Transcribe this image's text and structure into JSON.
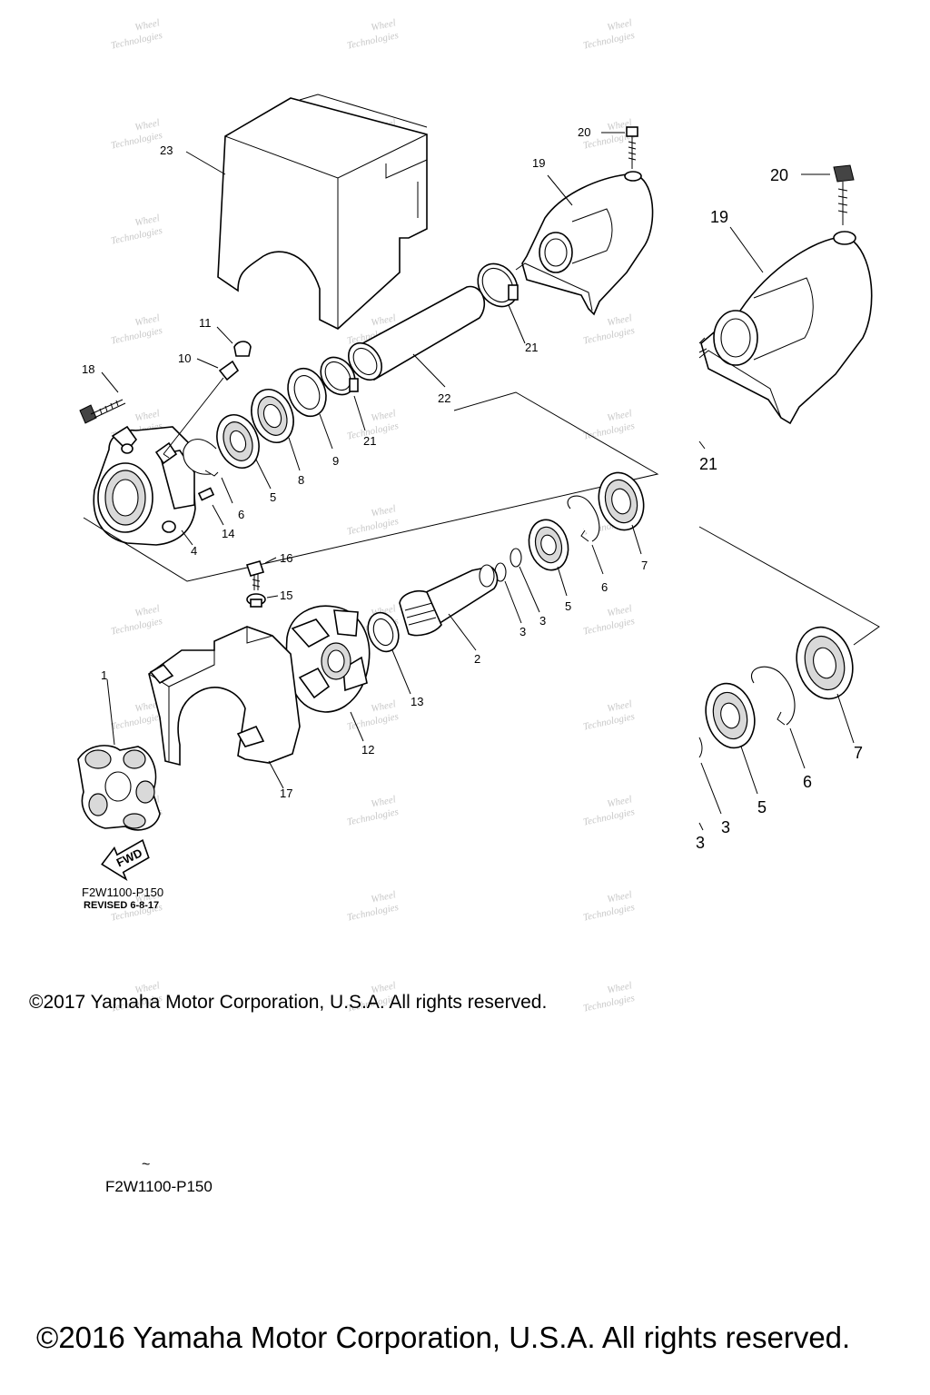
{
  "callouts": {
    "c1": "1",
    "c2": "2",
    "c3a": "3",
    "c3b": "3",
    "c4": "4",
    "c5a": "5",
    "c5b": "5",
    "c6a": "6",
    "c6b": "6",
    "c7": "7",
    "c8": "8",
    "c9": "9",
    "c10": "10",
    "c11": "11",
    "c12": "12",
    "c13": "13",
    "c14": "14",
    "c15": "15",
    "c16": "16",
    "c17": "17",
    "c18": "18",
    "c19": "19",
    "c20": "20",
    "c21a": "21",
    "c21b": "21",
    "c22": "22",
    "c23": "23"
  },
  "zoom_callouts": {
    "z20": "20",
    "z19": "19",
    "z21": "21",
    "z7": "7",
    "z6": "6",
    "z5": "5",
    "z3a": "3",
    "z3b": "3"
  },
  "fwd_label": "FWD",
  "diagram_code": "F2W1100-P150",
  "revised": "REVISED 6-8-17",
  "copyright_2017": "©2017 Yamaha Motor Corporation, U.S.A. All rights reserved.",
  "lower_mark": "~",
  "lower_code": "F2W1100-P150",
  "copyright_2016": "©2016 Yamaha Motor Corporation, U.S.A. All rights reserved.",
  "watermark_line1": "Wheel",
  "watermark_line2": "Technologies"
}
